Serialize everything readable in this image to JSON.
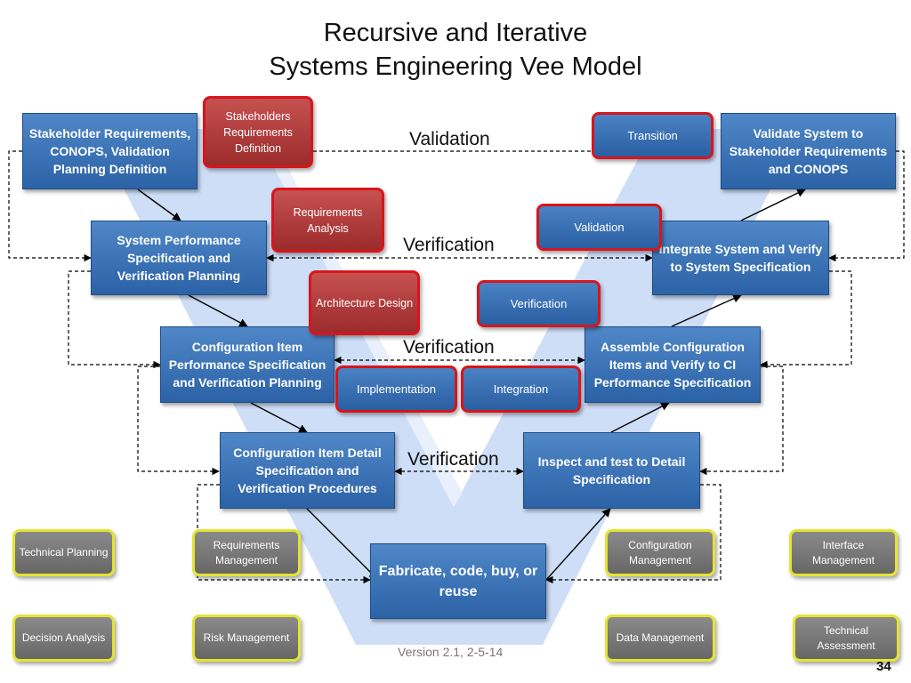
{
  "title": {
    "line1": "Recursive and Iterative",
    "line2": "Systems Engineering Vee Model"
  },
  "left_boxes": [
    "Stakeholder Requirements, CONOPS, Validation Planning Definition",
    "System Performance Specification and Verification Planning",
    "Configuration Item Performance Specification and Verification Planning",
    "Configuration Item Detail Specification and Verification Procedures"
  ],
  "bottom_box": "Fabricate, code, buy, or reuse",
  "right_boxes": [
    "Validate System to Stakeholder Requirements and CONOPS",
    "Integrate System and Verify to System Specification",
    "Assemble Configuration Items and Verify to CI Performance Specification",
    "Inspect and test to Detail Specification"
  ],
  "red_processes": [
    "Stakeholders Requirements Definition",
    "Requirements Analysis",
    "Architecture Design",
    "Implementation",
    "Integration",
    "Verification",
    "Validation",
    "Transition"
  ],
  "vee_labels": [
    "Validation",
    "Verification",
    "Verification",
    "Verification"
  ],
  "technical_management": [
    "Technical Planning",
    "Requirements Management",
    "Configuration Management",
    "Interface Management",
    "Decision Analysis",
    "Risk Management",
    "Data Management",
    "Technical Assessment"
  ],
  "footer": {
    "version": "Version 2.1, 2-5-14",
    "page_number": "34"
  },
  "colors": {
    "process_box": "#3a72b8",
    "red_border": "#d8151b",
    "yellow_border": "#e4e432",
    "vee_fill": "#c9daf6"
  }
}
